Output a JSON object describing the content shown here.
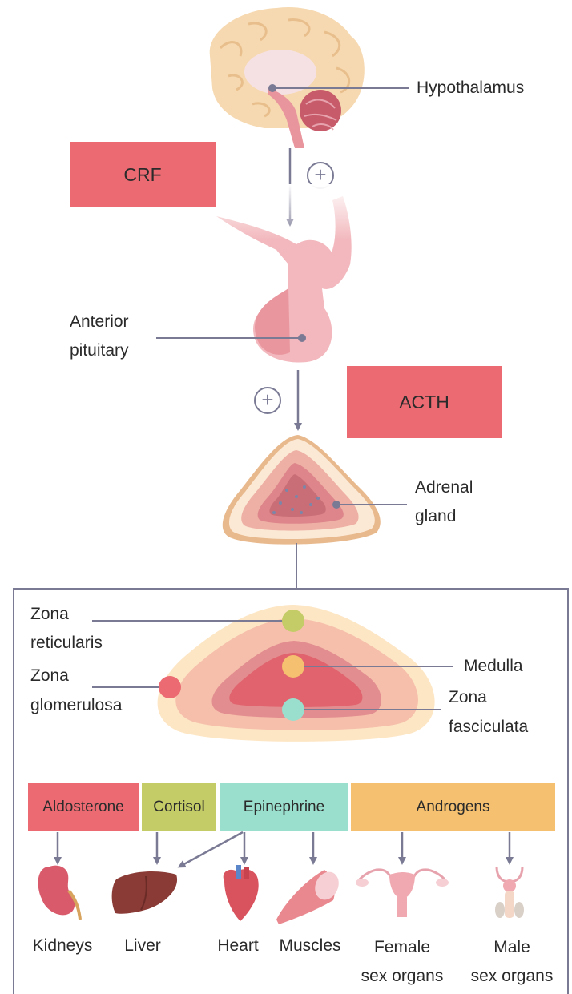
{
  "labels": {
    "hypothalamus": "Hypothalamus",
    "crf": "CRF",
    "anterior_pituitary_1": "Anterior",
    "anterior_pituitary_2": "pituitary",
    "acth": "ACTH",
    "adrenal_1": "Adrenal",
    "adrenal_2": "gland",
    "zona_reticularis_1": "Zona",
    "zona_reticularis_2": "reticularis",
    "zona_glomerulosa_1": "Zona",
    "zona_glomerulosa_2": "glomerulosa",
    "medulla": "Medulla",
    "zona_fasciculata_1": "Zona",
    "zona_fasciculata_2": "fasciculata"
  },
  "hormones": [
    {
      "label": "Aldosterone",
      "color": "#ec6b73"
    },
    {
      "label": "Cortisol",
      "color": "#c3cc66"
    },
    {
      "label": "Epinephrine",
      "color": "#9adfcd"
    },
    {
      "label": "Androgens",
      "color": "#f5c06f"
    }
  ],
  "organs": {
    "kidneys": "Kidneys",
    "liver": "Liver",
    "heart": "Heart",
    "muscles": "Muscles",
    "female_1": "Female",
    "female_2": "sex organs",
    "male_1": "Male",
    "male_2": "sex organs"
  },
  "symbols": {
    "stimulate": "+"
  },
  "colors": {
    "arrow": "#7a7a95",
    "hormone_box": "#ec6b73",
    "zone_reticularis": "#c3cc66",
    "zone_glomerulosa": "#ec6b73",
    "zone_medulla": "#f5c06f",
    "zone_fasciculata": "#9adfcd"
  }
}
